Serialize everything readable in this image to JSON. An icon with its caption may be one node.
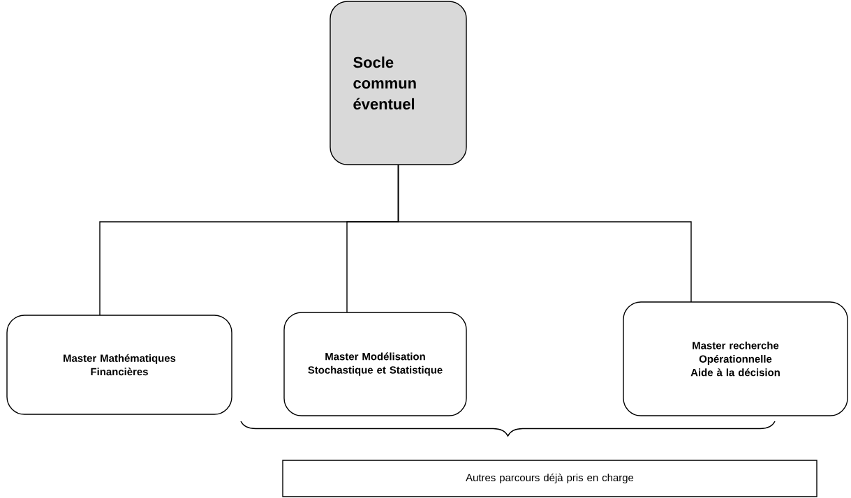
{
  "diagram": {
    "nodes": [
      {
        "text": [
          "Socle commun éventuel"
        ]
      },
      {
        "text": [
          "Master Mathématiques Financières"
        ]
      },
      {
        "text": [
          "Master Modélisation Stochastique et Statistique"
        ]
      },
      {
        "text": [
          "Master recherche Opérationnelle Aide à la décision"
        ]
      },
      {
        "text": [
          "Autres parcours déjà pris en charge"
        ]
      }
    ],
    "edges": [
      {
        "from": 0,
        "to": 1,
        "arrow": "none"
      },
      {
        "from": 0,
        "to": 2,
        "arrow": "none"
      },
      {
        "from": 0,
        "to": 3,
        "arrow": "none"
      }
    ]
  }
}
